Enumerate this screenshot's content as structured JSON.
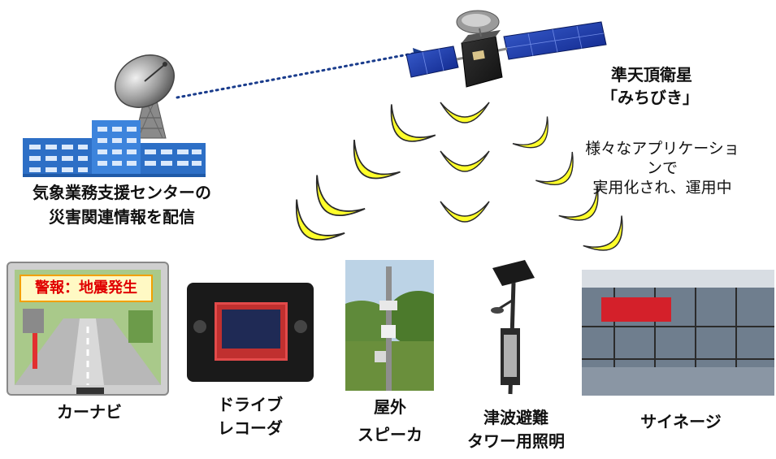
{
  "satellite": {
    "name_line1": "準天頂衛星",
    "name_line2": "「みちびき」"
  },
  "ground_station": {
    "label_line1": "気象業務支援センターの",
    "label_line2": "災害関連情報を配信"
  },
  "application_note": {
    "line1": "様々なアプリケーショ",
    "line2": "ンで",
    "line3": "実用化され、運用中"
  },
  "devices": {
    "car_navi": {
      "alert": "警報：地震発生",
      "label": "カーナビ"
    },
    "drive_recorder": {
      "label_line1": "ドライブ",
      "label_line2": "レコーダ"
    },
    "outdoor_speaker": {
      "label_line1": "屋外",
      "label_line2": "スピーカ"
    },
    "tsunami_tower_light": {
      "label_line1": "津波避難",
      "label_line2": "タワー用照明"
    },
    "signage": {
      "label": "サイネージ"
    }
  },
  "colors": {
    "signal_wave": "#ffff2a",
    "uplink_dots": "#1a3c8c",
    "alert_text": "#e00000",
    "building": "#2d6fc6"
  },
  "icons": [
    "satellite-icon",
    "parabolic-antenna-icon",
    "building-icon",
    "signal-wave-icon"
  ]
}
